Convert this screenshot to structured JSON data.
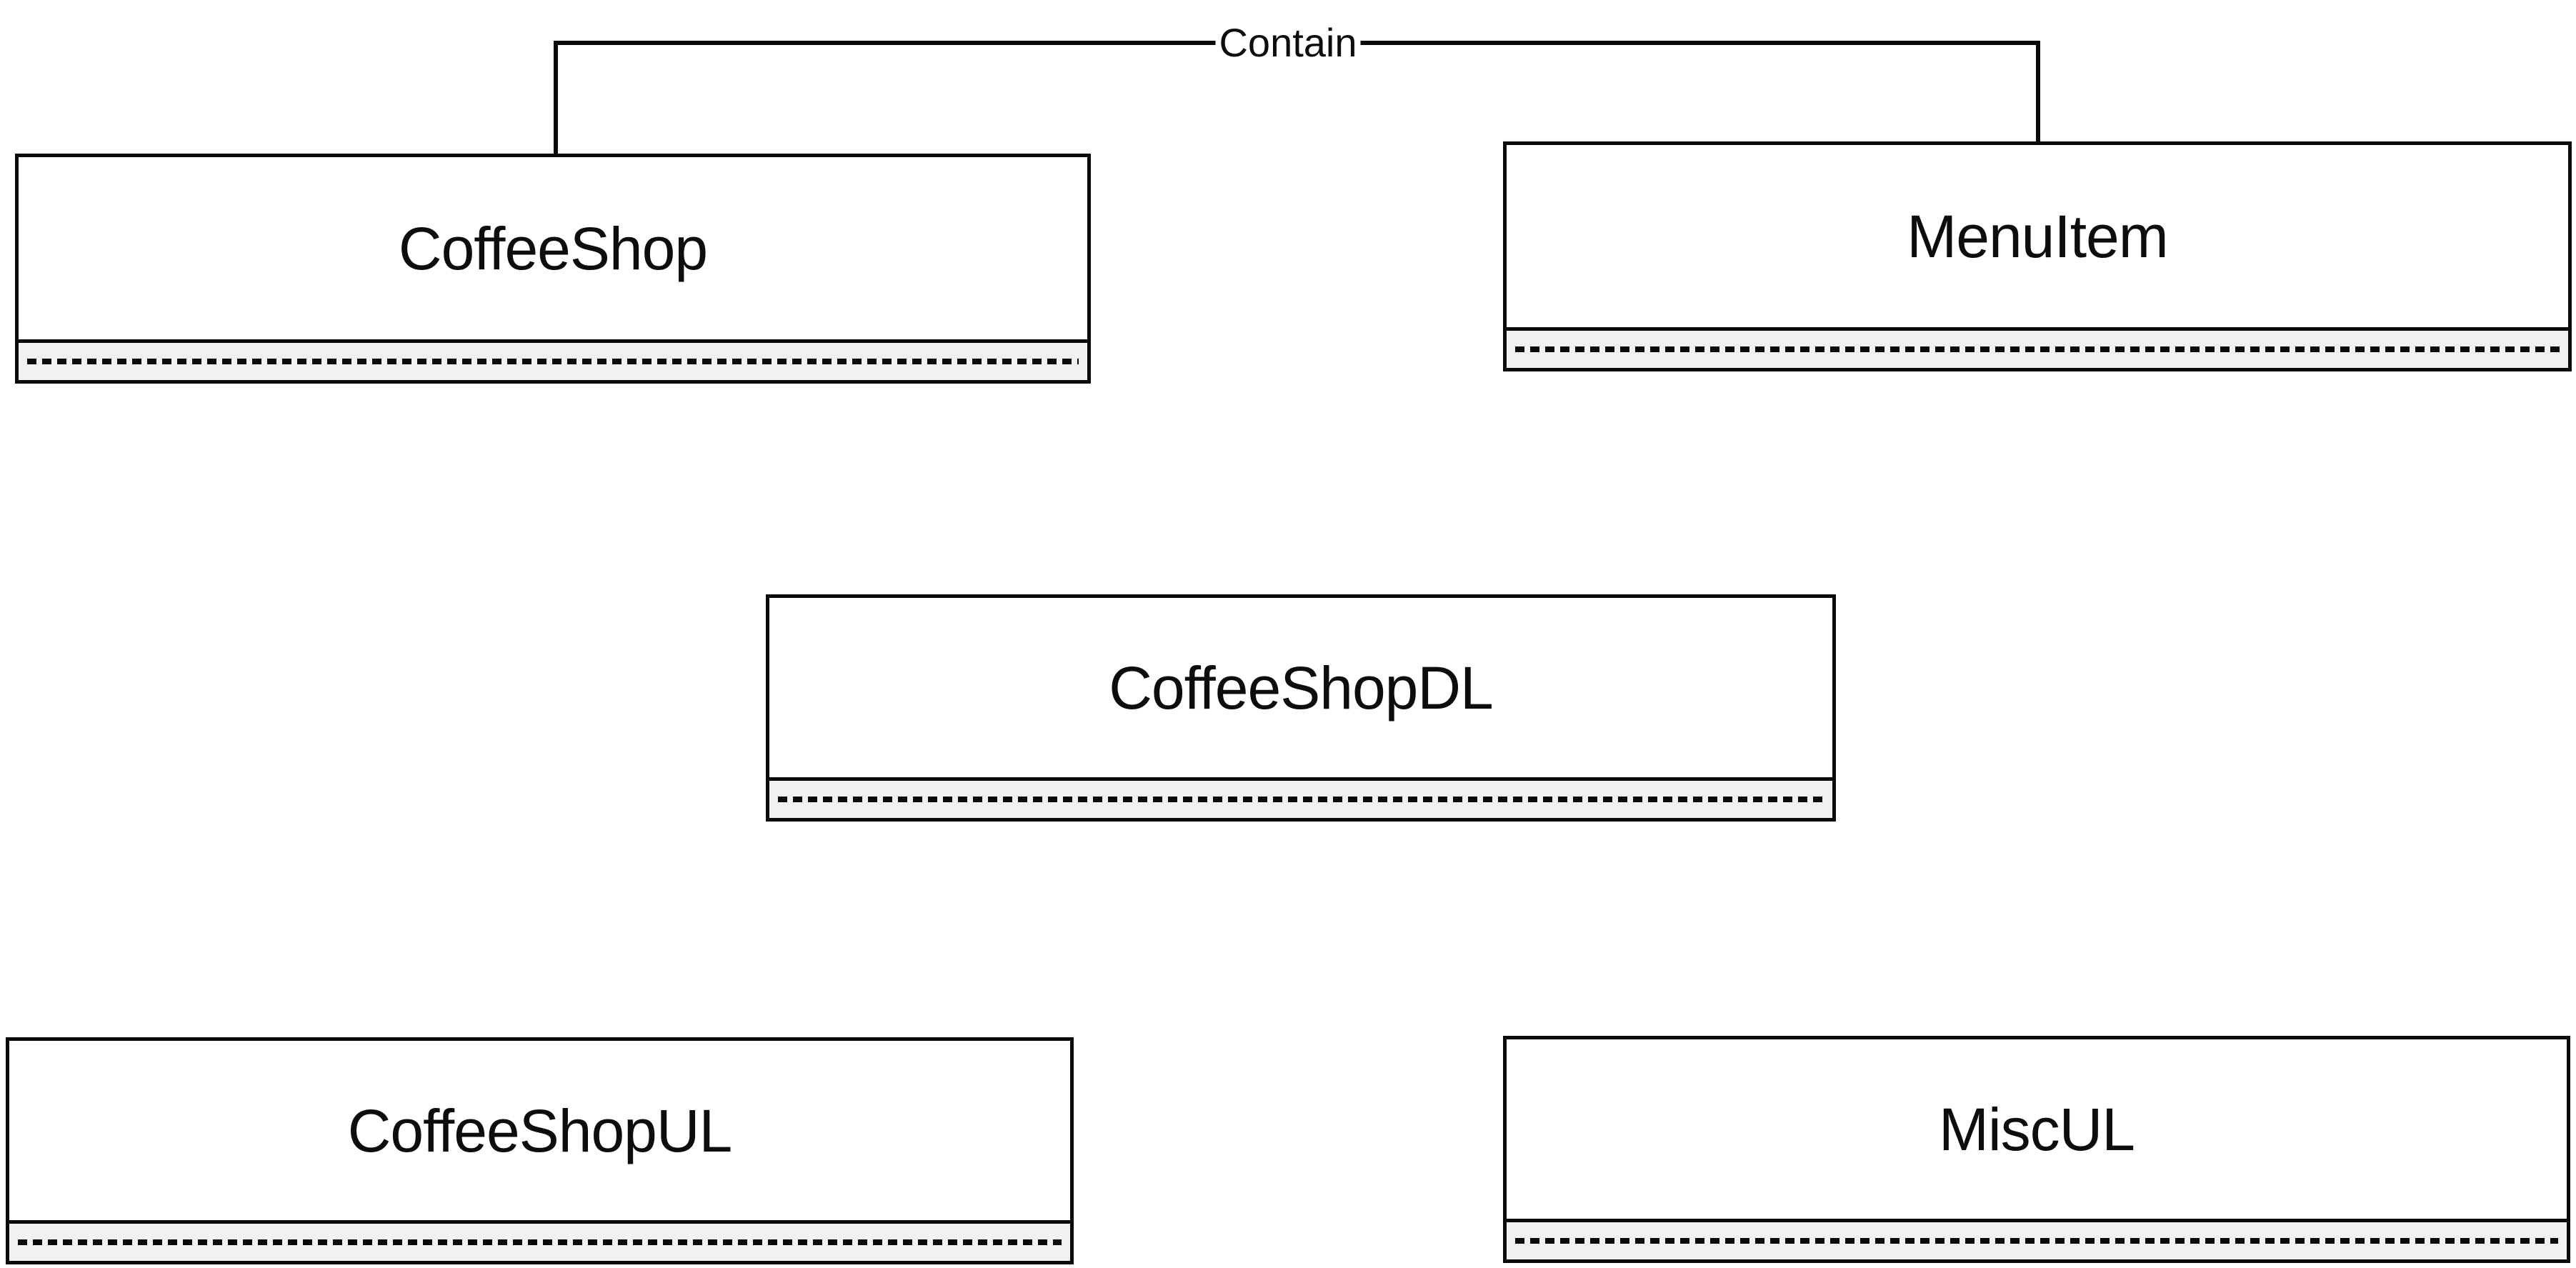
{
  "diagram": {
    "type": "uml-class-diagram",
    "background_color": "#ffffff",
    "stroke_color": "#0a0a0a",
    "compartment_fill_color": "#f1f1f1",
    "classes": [
      {
        "name": "CoffeeShop",
        "attributes": []
      },
      {
        "name": "MenuItem",
        "attributes": []
      },
      {
        "name": "CoffeeShopDL",
        "attributes": []
      },
      {
        "name": "CoffeeShopUL",
        "attributes": []
      },
      {
        "name": "MiscUL",
        "attributes": []
      }
    ],
    "relationship": {
      "label": "Contain",
      "connects": [
        "CoffeeShop",
        "MenuItem"
      ]
    }
  }
}
